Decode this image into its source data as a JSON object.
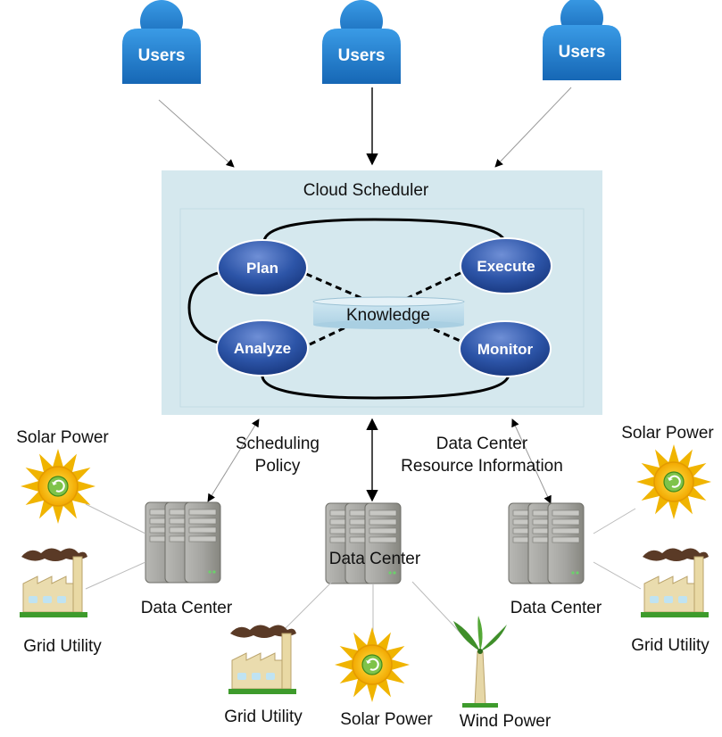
{
  "users": [
    {
      "label": "Users"
    },
    {
      "label": "Users"
    },
    {
      "label": "Users"
    }
  ],
  "scheduler": {
    "title": "Cloud Scheduler",
    "plan": "Plan",
    "execute": "Execute",
    "analyze": "Analyze",
    "monitor": "Monitor",
    "knowledge": "Knowledge"
  },
  "annotations": {
    "scheduling_policy_line1": "Scheduling",
    "scheduling_policy_line2": "Policy",
    "resource_info_line1": "Data Center",
    "resource_info_line2": "Resource Information"
  },
  "datacenters": {
    "left": "Data Center",
    "center": "Data Center",
    "right": "Data Center"
  },
  "energy": {
    "left_solar": "Solar Power",
    "left_grid": "Grid Utility",
    "right_solar": "Solar Power",
    "right_grid": "Grid Utility",
    "bottom_grid": "Grid Utility",
    "bottom_solar": "Solar Power",
    "bottom_wind": "Wind Power"
  },
  "colors": {
    "user_blue": "#1f7fd0",
    "scheduler_bg": "#d5e8ee",
    "ellipse_blue": "#2d55a8",
    "sun_yellow": "#f5c400",
    "server_gray": "#9c9c98"
  }
}
